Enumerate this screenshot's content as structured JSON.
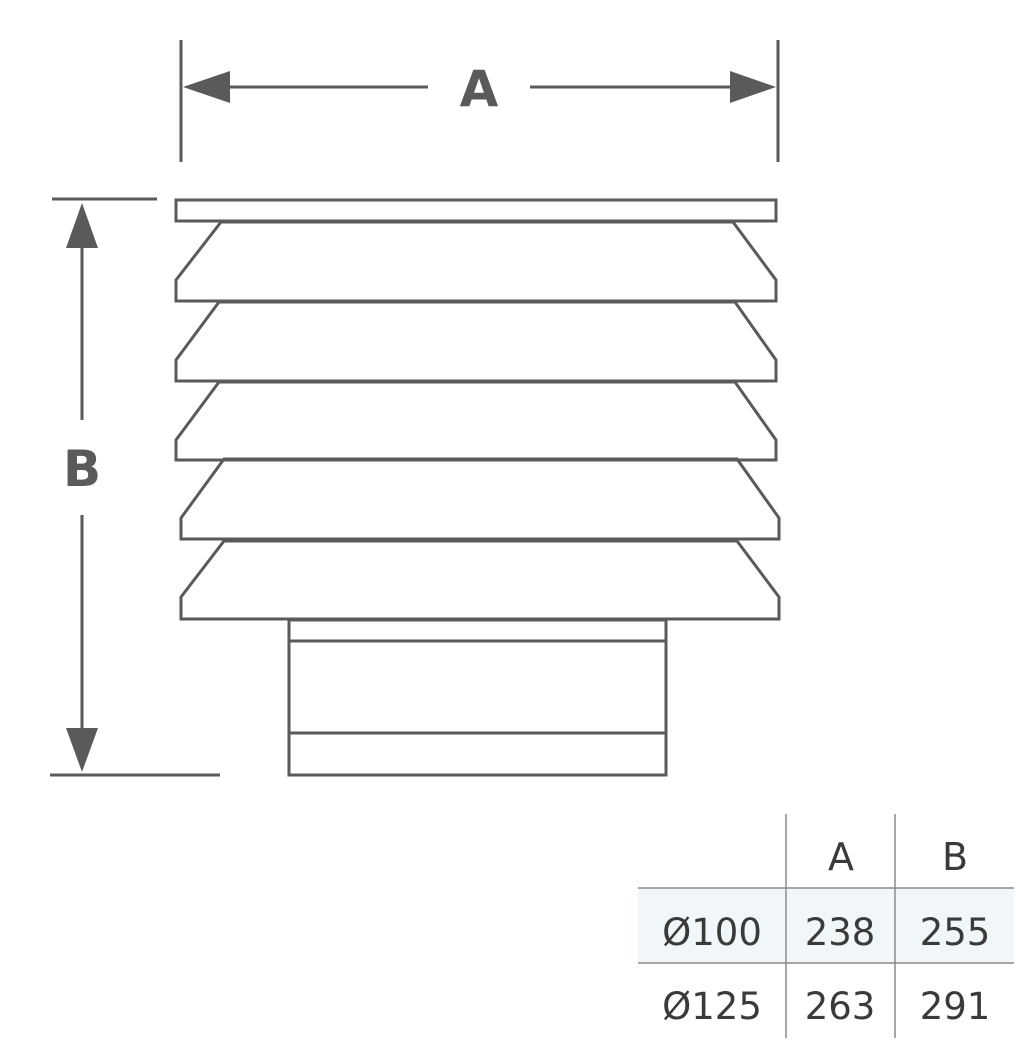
{
  "dimensions": {
    "width_label": "A",
    "height_label": "B"
  },
  "table": {
    "headers": [
      "",
      "A",
      "B"
    ],
    "rows": [
      [
        "Ø100",
        "238",
        "255"
      ],
      [
        "Ø125",
        "263",
        "291"
      ]
    ]
  },
  "colors": {
    "line": "#5a5a5a",
    "row_highlight": "#f1f7f8"
  }
}
